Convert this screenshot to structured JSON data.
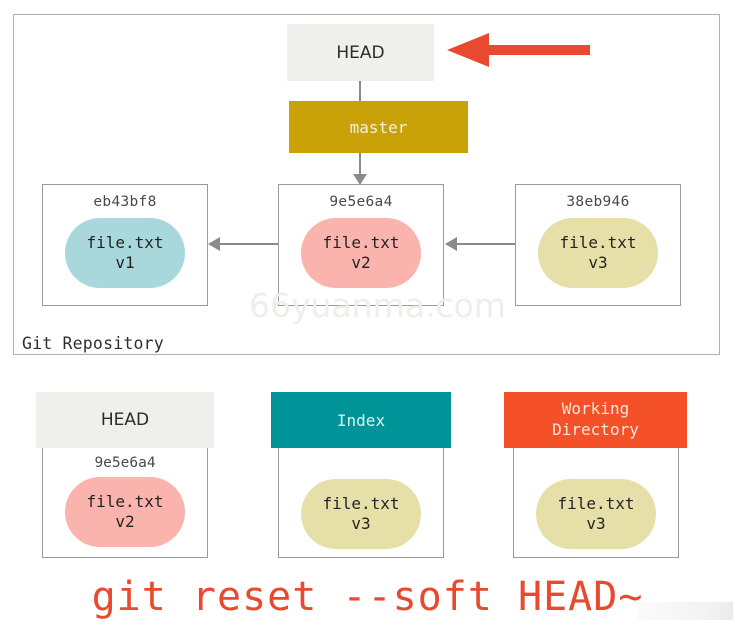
{
  "diagram": {
    "title": "git reset --soft HEAD~",
    "watermark": "66yuanma.com",
    "colors": {
      "head_box": "#eff0eb",
      "master_box": "#c8a206",
      "index_header": "#009499",
      "working_directory_header": "#f45128",
      "blob_v1": "#a8d8dc",
      "blob_v2": "#fab3ad",
      "blob_v3": "#e7dfa8",
      "annotation_arrow": "#e8492f",
      "connector": "#8a8a8a",
      "border": "#9a9a9a"
    }
  },
  "repository": {
    "label": "Git Repository",
    "head_pointer": "HEAD",
    "branch": "master",
    "commits": [
      {
        "hash": "eb43bf8",
        "file": "file.txt",
        "version": "v1",
        "color": "#a8d8dc"
      },
      {
        "hash": "9e5e6a4",
        "file": "file.txt",
        "version": "v2",
        "color": "#fab3ad"
      },
      {
        "hash": "38eb946",
        "file": "file.txt",
        "version": "v3",
        "color": "#e7dfa8"
      }
    ]
  },
  "areas": [
    {
      "name": "HEAD",
      "header_line1": "HEAD",
      "header_line2": "",
      "hash": "9e5e6a4",
      "file": "file.txt",
      "version": "v2",
      "color": "#fab3ad"
    },
    {
      "name": "Index",
      "header_line1": "Index",
      "header_line2": "",
      "hash": "",
      "file": "file.txt",
      "version": "v3",
      "color": "#e7dfa8"
    },
    {
      "name": "Working Directory",
      "header_line1": "Working",
      "header_line2": "Directory",
      "hash": "",
      "file": "file.txt",
      "version": "v3",
      "color": "#e7dfa8"
    }
  ],
  "command": "git reset --soft HEAD~"
}
